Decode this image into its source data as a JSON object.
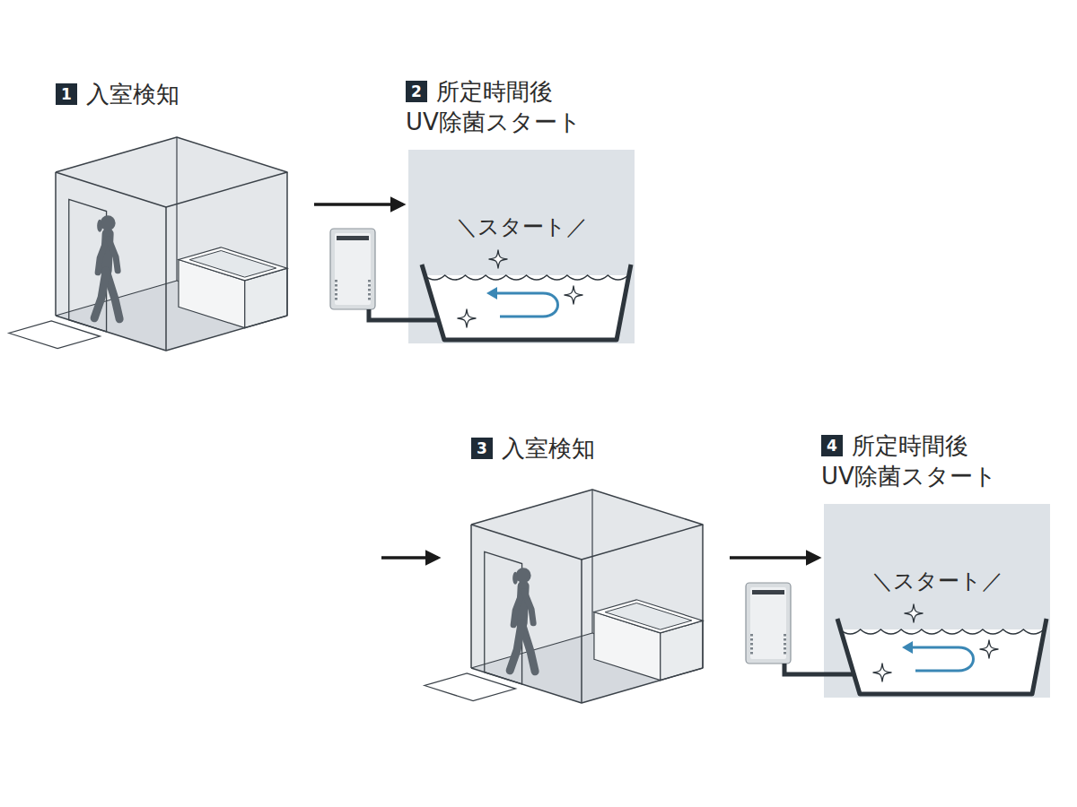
{
  "diagram": {
    "nodes": [
      {
        "text": [
          "1",
          "入室検知"
        ]
      },
      {
        "text": [
          "2",
          "所定時間後 UV除菌スタート"
        ]
      },
      {
        "text": [
          "＼スタート／"
        ],
        "in": 1
      },
      {
        "text": [
          "3",
          "入室検知"
        ]
      },
      {
        "text": [
          "4",
          "所定時間後 UV除菌スタート"
        ]
      },
      {
        "text": [
          "＼スタート／"
        ],
        "in": 4
      }
    ],
    "edges": [
      {
        "from": 0,
        "to": 1,
        "arrow": "to"
      },
      {
        "from": 3,
        "to": 4,
        "arrow": "to"
      }
    ]
  }
}
